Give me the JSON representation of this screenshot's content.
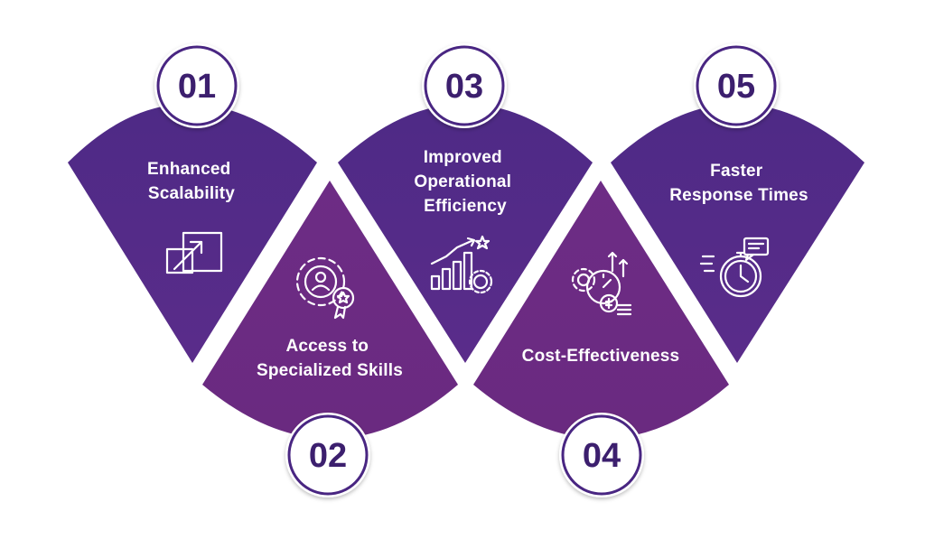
{
  "steps": [
    {
      "number": "01",
      "lines": [
        "Enhanced",
        "Scalability"
      ],
      "icon": "scalability-icon"
    },
    {
      "number": "02",
      "lines": [
        "Access to",
        "Specialized Skills"
      ],
      "icon": "specialized-skills-icon"
    },
    {
      "number": "03",
      "lines": [
        "Improved",
        "Operational",
        "Efficiency"
      ],
      "icon": "efficiency-growth-icon"
    },
    {
      "number": "04",
      "lines": [
        "Cost-Effectiveness"
      ],
      "icon": "cost-savings-icon"
    },
    {
      "number": "05",
      "lines": [
        "Faster",
        "Response Times"
      ],
      "icon": "stopwatch-icon"
    }
  ],
  "colors": {
    "down_shape_top": "#4e2a86",
    "down_shape_bottom": "#5a2c8a",
    "up_shape_top": "#6d2c85",
    "up_shape_bottom": "#6a2a80",
    "badge_ring": "#4a2682",
    "number_text": "#3c1f6e"
  }
}
